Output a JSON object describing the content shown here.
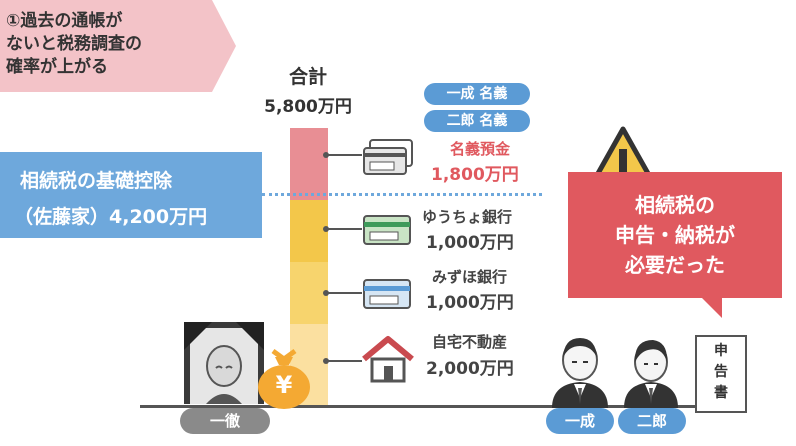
{
  "callout": {
    "lines": [
      "①過去の通帳が",
      "ないと税務調査の",
      "確率が上がる"
    ]
  },
  "total": {
    "label": "合計",
    "value": "5,800万円"
  },
  "deduction": {
    "line1": "相続税の基礎控除",
    "line2": "（佐藤家）4,200万円"
  },
  "holders": [
    "一成 名義",
    "二郎 名義"
  ],
  "assets": [
    {
      "name": "名義預金",
      "value": "1,800万円",
      "highlight": true,
      "icon": "bank-cards-icon"
    },
    {
      "name": "ゆうちょ銀行",
      "value": "1,000万円",
      "highlight": false,
      "icon": "bank-card-icon"
    },
    {
      "name": "みずほ銀行",
      "value": "1,000万円",
      "highlight": false,
      "icon": "bank-card-icon"
    },
    {
      "name": "自宅不動産",
      "value": "2,000万円",
      "highlight": false,
      "icon": "house-icon"
    }
  ],
  "warning": {
    "lines": [
      "相続税の",
      "申告・納税が",
      "必要だった"
    ]
  },
  "people": {
    "deceased": "一徹",
    "heir1": "一成",
    "heir2": "二郎"
  },
  "document": {
    "lines": [
      "申",
      "告",
      "書"
    ]
  },
  "money_bag_symbol": "¥",
  "colors": {
    "red": "#e0595f",
    "blue": "#5b9bd5",
    "pink": "#f3c3c8",
    "bar_red": "#e88e94",
    "bar_yellow1": "#f3c74a",
    "bar_yellow2": "#f7d46d",
    "bar_yellow3": "#fbe0a0",
    "gray": "#8a8a8a",
    "money_orange": "#f4a933"
  }
}
